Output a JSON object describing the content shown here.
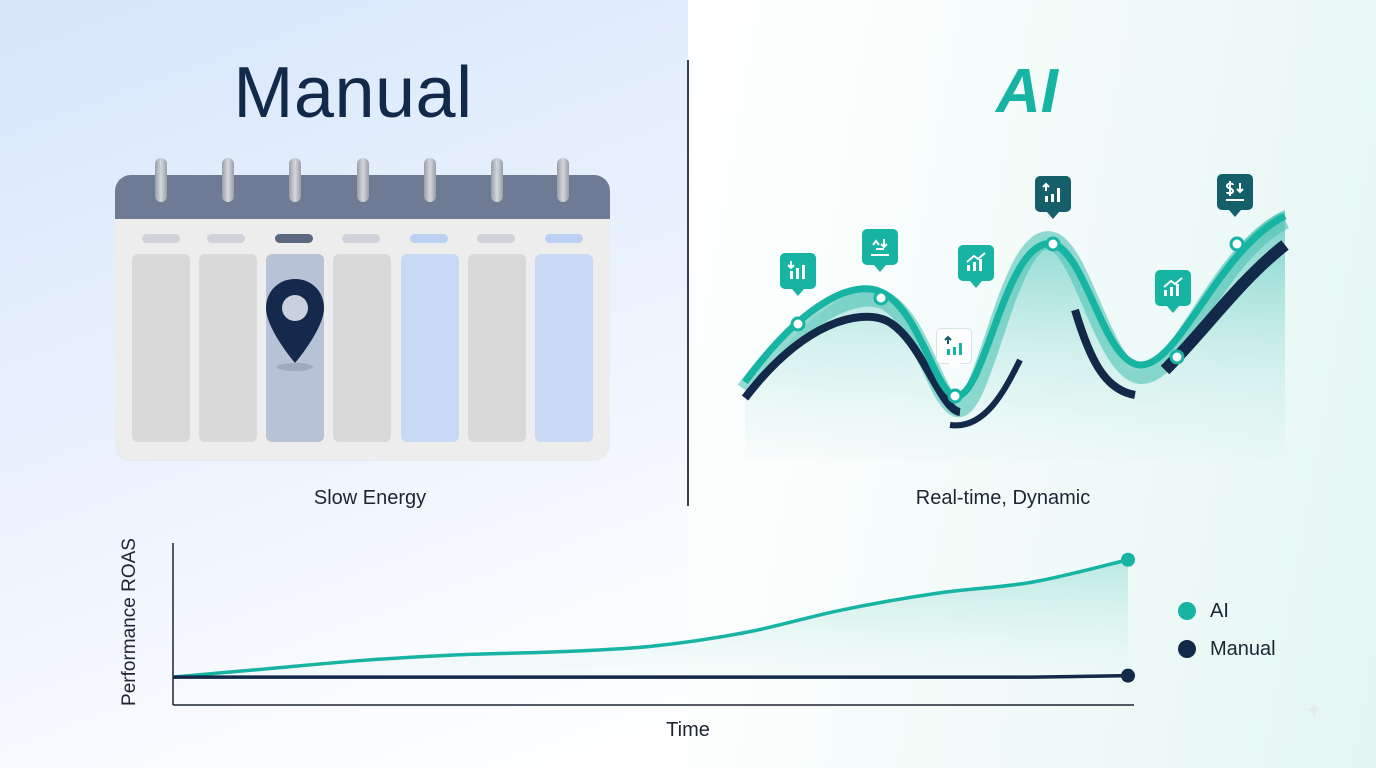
{
  "titles": {
    "left": "Manual",
    "right": "AI"
  },
  "captions": {
    "left": "Slow Energy",
    "right": "Real-time, Dynamic"
  },
  "icons": {
    "calendar": "calendar-icon",
    "pin": "location-pin-icon",
    "badges": [
      "bar-chart-down-icon",
      "scale-arrows-icon",
      "trend-up-icon",
      "bar-chart-up-icon",
      "bar-chart-up-icon",
      "trend-up-icon",
      "dollar-down-icon"
    ]
  },
  "colors": {
    "ai": "#17b3a3",
    "manual": "#12294a",
    "calendar_header": "#6f7b94"
  },
  "chart_data": {
    "type": "line",
    "ylabel": "Performance ROAS",
    "xlabel": "Time",
    "x": [
      0,
      1,
      2,
      3,
      4,
      5,
      6,
      7,
      8,
      9,
      10
    ],
    "series": [
      {
        "name": "AI",
        "values": [
          1.0,
          1.3,
          1.6,
          1.8,
          1.9,
          2.1,
          2.6,
          3.4,
          4.0,
          4.4,
          5.2
        ]
      },
      {
        "name": "Manual",
        "values": [
          1.0,
          1.0,
          1.0,
          1.0,
          1.0,
          1.0,
          1.0,
          1.0,
          1.0,
          1.0,
          1.05
        ]
      }
    ],
    "ylim": [
      0,
      5.8
    ],
    "xlim": [
      0,
      10
    ],
    "grid": false,
    "legend": "right"
  }
}
